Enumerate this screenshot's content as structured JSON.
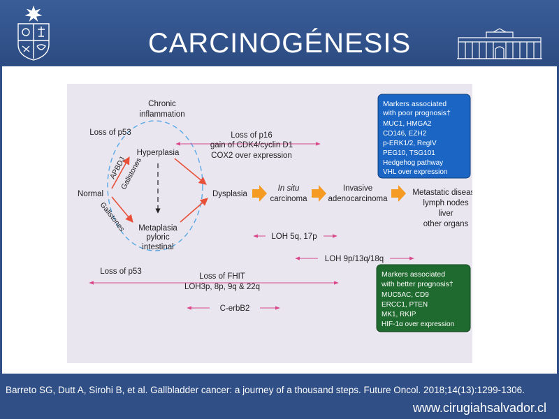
{
  "slide": {
    "title": "CARCINOGÉNESIS",
    "citation": "Barreto SG, Dutt A, Sirohi B, et al. Gallbladder cancer: a journey of a thousand steps. Future Oncol. 2018;14(13):1299-1306.",
    "website": "www.cirugiahsalvador.cl"
  },
  "diagram": {
    "chronic_1": "Chronic",
    "chronic_2": "inflammation",
    "loss_p53_top": "Loss of p53",
    "apbdj": "APBDJ",
    "gallstones_upper": "Gallstones",
    "gallstones_lower": "Gallstones",
    "normal": "Normal",
    "hyperplasia": "Hyperplasia",
    "metaplasia_1": "Metaplasia",
    "metaplasia_2": "pyloric",
    "metaplasia_3": "intestinal",
    "loss_p16_1": "Loss of p16",
    "loss_p16_2": "gain of CDK4/cyclin D1",
    "loss_p16_3": "COX2 over expression",
    "dysplasia": "Dysplasia",
    "insitu_1": "In situ",
    "insitu_2": "carcinoma",
    "invasive_1": "Invasive",
    "invasive_2": "adenocarcinoma",
    "meta_1": "Metastatic disease",
    "meta_2": "lymph nodes",
    "meta_3": "liver",
    "meta_4": "other organs",
    "loh_5q": "LOH 5q, 17p",
    "loh_9p": "LOH 9p/13q/18q",
    "loss_p53_bottom": "Loss of p53",
    "fhit_1": "Loss of FHIT",
    "fhit_2": "LOH3p, 8p, 9q & 22q",
    "cerbb2": "C-erbB2",
    "poor_box": {
      "title_1": "Markers associated",
      "title_2": "with poor prognosis†",
      "items": [
        "MUC1, HMGA2",
        "CD146, EZH2",
        "p-ERK1/2, RegIV",
        "PEG10, TSG101",
        "Hedgehog pathway",
        "VHL over expression"
      ],
      "color": "#1b66c4"
    },
    "better_box": {
      "title_1": "Markers associated",
      "title_2": "with better prognosis†",
      "items": [
        "MUC5AC, CD9",
        "ERCC1, PTEN",
        "MK1, RKIP",
        "HIF-1α over expression"
      ],
      "color": "#1f6a2e"
    },
    "colors": {
      "arrow_red": "#e8503a",
      "arrow_orange": "#f59a22",
      "ellipse": "#5aa9e6",
      "pink": "#d9488a"
    }
  }
}
